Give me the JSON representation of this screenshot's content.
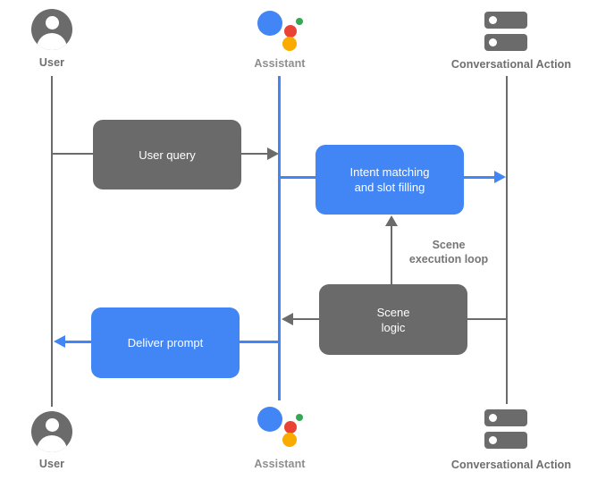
{
  "colors": {
    "accent_blue": "#4285F4",
    "box_gray": "#6A6A6A",
    "line_gray": "#6B6B6B",
    "label_gray": "#6E6E6E",
    "assistant_label_gray": "#8E8E8E",
    "annotation_gray": "#757575",
    "google_red": "#EA4335",
    "google_green": "#34A853",
    "google_yellow": "#F9AB00",
    "box_text": "#FFFFFF"
  },
  "actors": {
    "user_top": {
      "label": "User",
      "icon": "person-icon"
    },
    "assistant_top": {
      "label": "Assistant",
      "icon": "google-assistant-icon"
    },
    "conversational_action_top": {
      "label": "Conversational Action",
      "icon": "server-icon"
    },
    "user_bottom": {
      "label": "User",
      "icon": "person-icon"
    },
    "assistant_bottom": {
      "label": "Assistant",
      "icon": "google-assistant-icon"
    },
    "conversational_action_bottom": {
      "label": "Conversational Action",
      "icon": "server-icon"
    }
  },
  "nodes": {
    "user_query": {
      "label": "User query",
      "fill": "#6A6A6A"
    },
    "intent_matching": {
      "line1": "Intent matching",
      "line2": "and slot filling",
      "fill": "#4285F4"
    },
    "scene_logic": {
      "line1": "Scene",
      "line2": "logic",
      "fill": "#6A6A6A"
    },
    "deliver_prompt": {
      "label": "Deliver prompt",
      "fill": "#4285F4"
    }
  },
  "annotations": {
    "scene_execution_loop": {
      "line1": "Scene",
      "line2": "execution loop"
    }
  },
  "edges": [
    {
      "from": "user-lifeline",
      "to": "user-query-node",
      "color": "gray",
      "arrowhead": false
    },
    {
      "from": "user-query-node",
      "to": "assistant-lifeline",
      "color": "gray",
      "arrowhead": true,
      "direction": "right"
    },
    {
      "from": "assistant-lifeline",
      "to": "intent-matching-node",
      "color": "blue",
      "arrowhead": false
    },
    {
      "from": "intent-matching-node",
      "to": "conversational-action-lifeline",
      "color": "blue",
      "arrowhead": true,
      "direction": "right"
    },
    {
      "from": "scene-logic-node",
      "to": "intent-matching-node",
      "color": "gray",
      "arrowhead": true,
      "direction": "up"
    },
    {
      "from": "conversational-action-lifeline",
      "to": "scene-logic-node",
      "color": "gray",
      "arrowhead": false
    },
    {
      "from": "scene-logic-node",
      "to": "assistant-lifeline",
      "color": "gray",
      "arrowhead": true,
      "direction": "left"
    },
    {
      "from": "assistant-lifeline",
      "to": "deliver-prompt-node",
      "color": "blue",
      "arrowhead": false
    },
    {
      "from": "deliver-prompt-node",
      "to": "user-lifeline",
      "color": "blue",
      "arrowhead": true,
      "direction": "left"
    }
  ]
}
